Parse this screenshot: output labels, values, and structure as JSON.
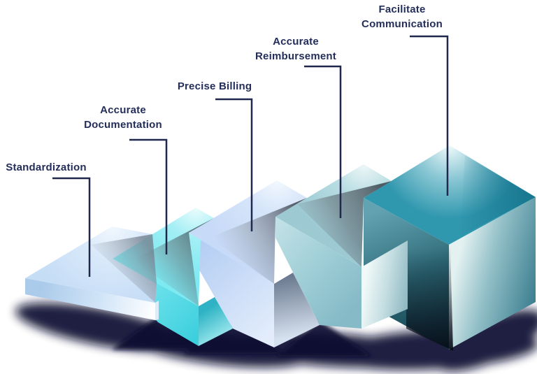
{
  "diagram": {
    "background_color": "#ffffff",
    "text_color": "#242e5a",
    "connector_color": "#20294d",
    "shadow_color": "#0d1130",
    "steps": [
      {
        "name": "standardization",
        "lines": [
          "Standardization"
        ],
        "color": "#c6ddf6"
      },
      {
        "name": "accurate-documentation",
        "lines": [
          "Accurate",
          "Documentation"
        ],
        "color": "#7de9f1"
      },
      {
        "name": "precise-billing",
        "lines": [
          "Precise Billing"
        ],
        "color": "#c7daf7"
      },
      {
        "name": "accurate-reimbursement",
        "lines": [
          "Accurate",
          "Reimbursement"
        ],
        "color": "#9cc9d2"
      },
      {
        "name": "facilitate-communication",
        "lines": [
          "Facilitate",
          "Communication"
        ],
        "color": "#2f97ae"
      }
    ]
  }
}
